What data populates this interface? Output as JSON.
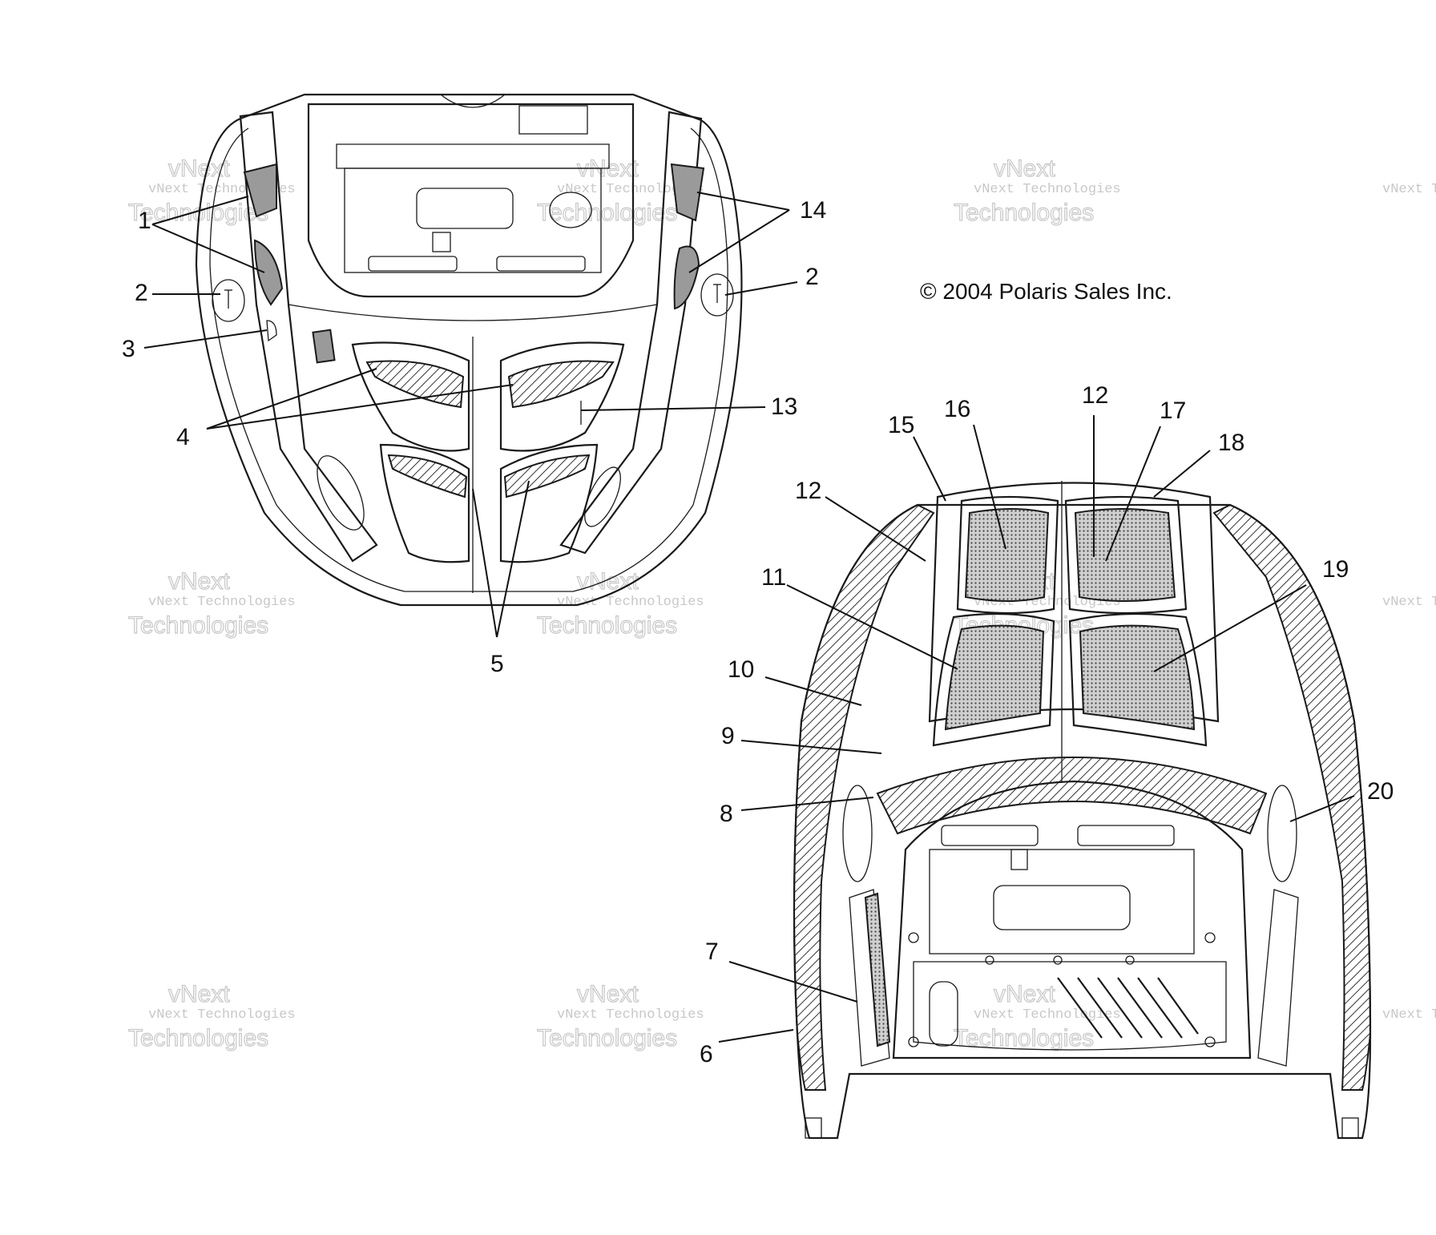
{
  "copyright": "© 2004 Polaris Sales Inc.",
  "watermark": {
    "line1": "vNext",
    "line2": "vNext Technologies",
    "line3": "Technologies"
  },
  "callouts": {
    "front_view": [
      "1",
      "2",
      "2",
      "3",
      "4",
      "5",
      "13",
      "14"
    ],
    "rear_view": [
      "6",
      "7",
      "8",
      "9",
      "10",
      "11",
      "12",
      "12",
      "15",
      "16",
      "17",
      "18",
      "19",
      "20"
    ]
  },
  "colors": {
    "line": "#1a1a1a",
    "decal_fill": "#9a9a9a",
    "watermark": "#c8c8c8"
  }
}
